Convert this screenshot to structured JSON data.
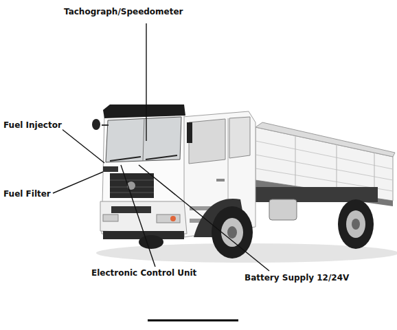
{
  "diagram": {
    "labels": [
      "Tachograph/Speedometer",
      "Fuel Injector",
      "Fuel Filter",
      "Electronic Control Unit",
      "Battery Supply 12/24V"
    ]
  }
}
